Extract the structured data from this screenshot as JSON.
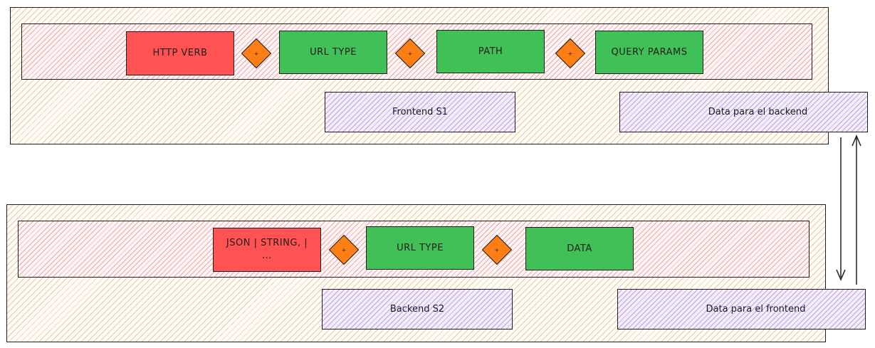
{
  "frontend": {
    "boxes": {
      "http_verb": "HTTP VERB",
      "url_type": "URL TYPE",
      "path": "PATH",
      "query_params": "QUERY PARAMS"
    },
    "operator": "+",
    "label": "Frontend S1",
    "data_out": "Data para el backend"
  },
  "backend": {
    "boxes": {
      "format_line1": "JSON | STRING, |",
      "format_line2": "...",
      "url_type": "URL TYPE",
      "data": "DATA"
    },
    "operator": "+",
    "label": "Backend S2",
    "data_out": "Data para el frontend"
  },
  "colors": {
    "red": "#ff5252",
    "green": "#40c057",
    "orange": "#fd7e14",
    "purple": "#966ec8"
  }
}
